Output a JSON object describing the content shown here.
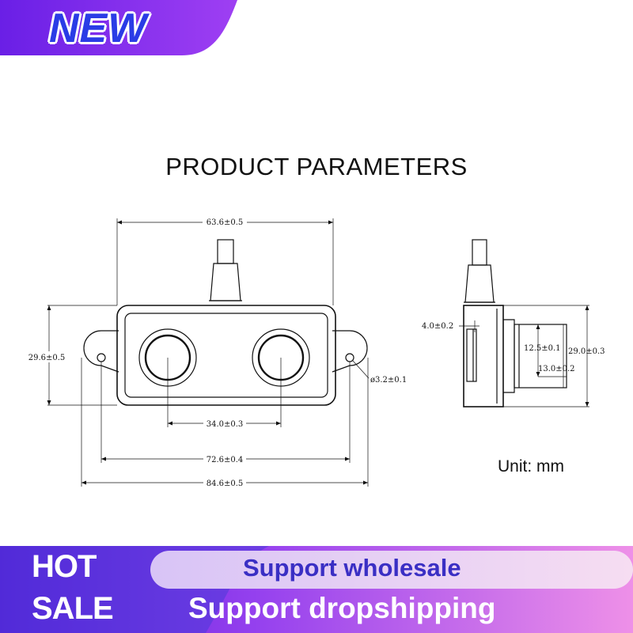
{
  "badges": {
    "new": "NEW",
    "hot": "HOT",
    "sale": "SALE"
  },
  "title": "PRODUCT PARAMETERS",
  "dimensions": {
    "top_width": "63.6±0.5",
    "height_left": "29.6±0.5",
    "hole": "ø3.2±0.1",
    "spacing": "34.0±0.3",
    "holes_span": "72.6±0.4",
    "overall": "84.6±0.5",
    "side_depth": "4.0±0.2",
    "side_inner": "12.5±0.1",
    "side_height": "29.0±0.3",
    "side_lower": "13.0±0.2"
  },
  "unit": "Unit: mm",
  "footer": {
    "line1": "Support wholesale",
    "line2": "Support dropshipping"
  },
  "colors": {
    "banner_purple": "#7b2ff7",
    "banner_pink": "#e58ae3",
    "text_blue": "#2a3ce6",
    "footer_dark": "#6a1fd6"
  }
}
